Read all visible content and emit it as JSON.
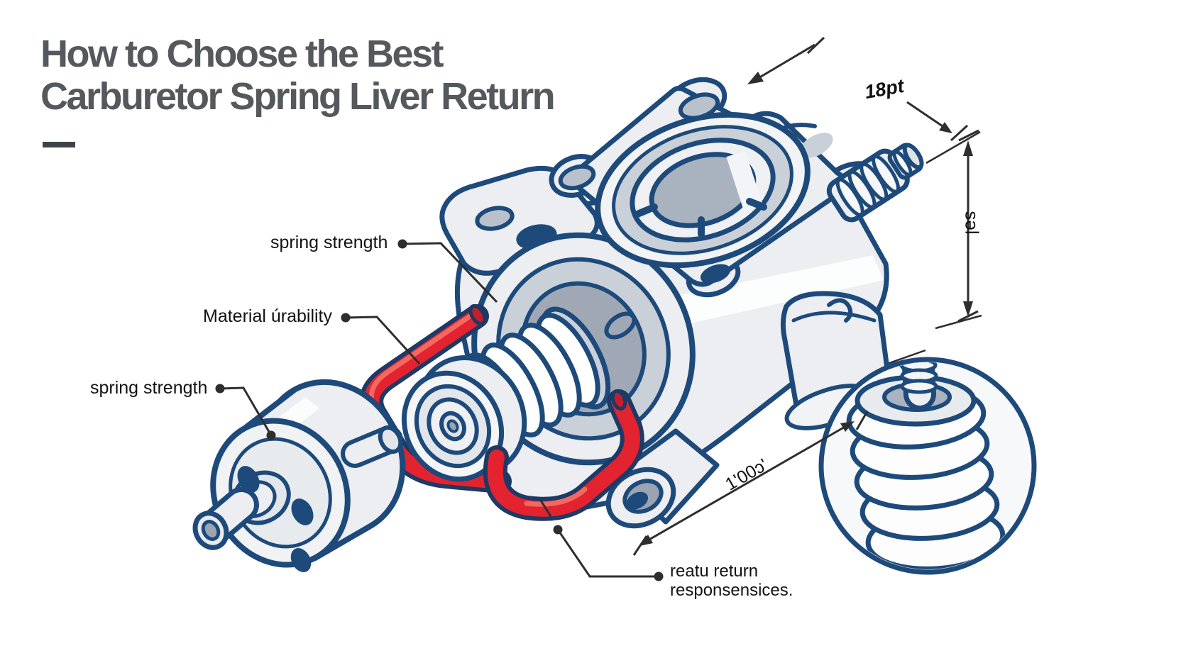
{
  "title": {
    "line1": "How to Choose the Best",
    "line2": "Carburetor Spring Liver Return"
  },
  "callouts": {
    "spring_strength_top": "spring strength",
    "material_durability": "Material úrability",
    "spring_strength_left": "spring strength",
    "lever_return": {
      "line1": "reatu return",
      "line2": "responsensices."
    }
  },
  "dimensions": {
    "top_width": "18pt",
    "right_height": "səl",
    "diagonal": "1'00ɔ'"
  },
  "colors": {
    "outline_blue": "#1d4a7a",
    "highlight_red": "#e32330",
    "title_gray": "#55595d",
    "line_dark": "#2e2e2e"
  }
}
